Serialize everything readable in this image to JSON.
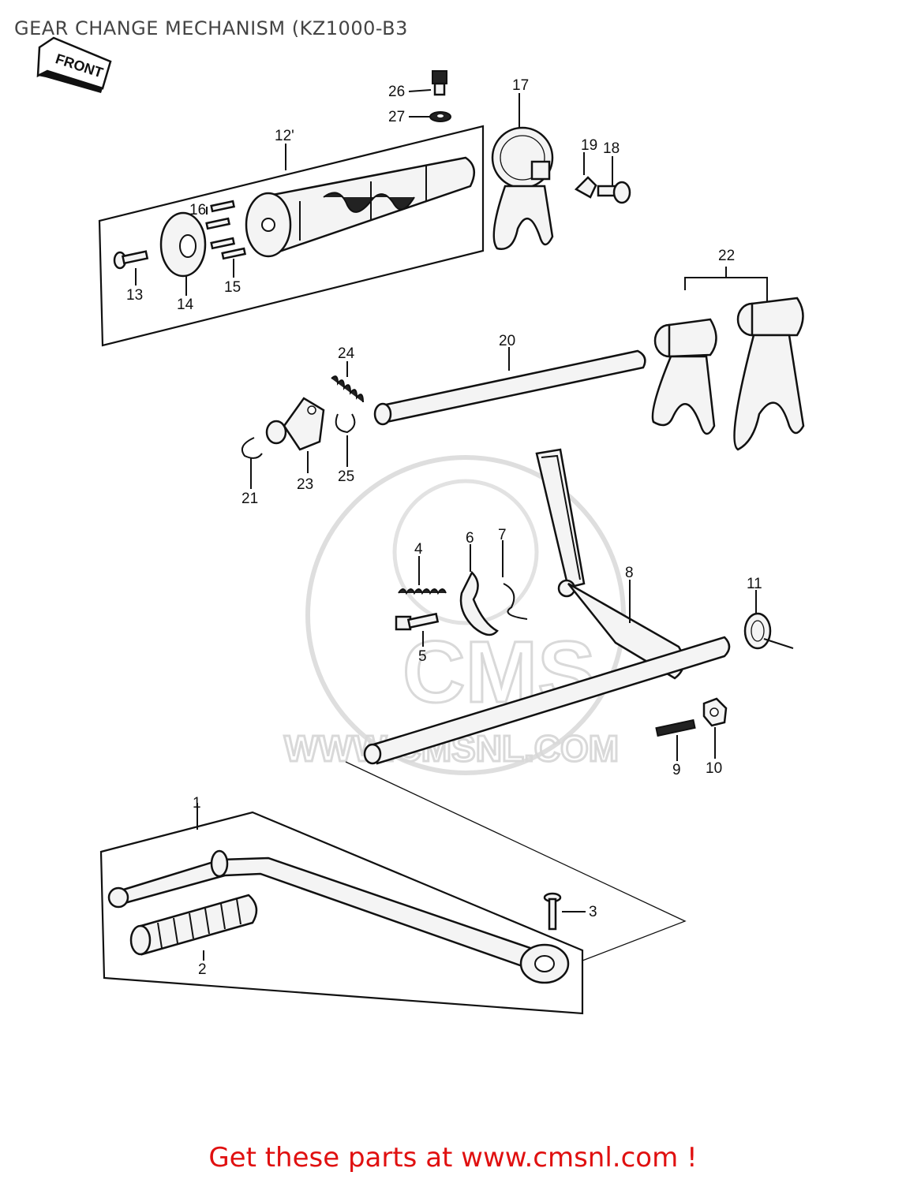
{
  "title": "GEAR CHANGE MECHANISM (KZ1000-B3",
  "front_arrow": "FRONT",
  "watermark": {
    "brand": "CMS",
    "url": "WWW.CMSNL.COM"
  },
  "promo": "Get these parts at www.cmsnl.com !",
  "colors": {
    "title": "#444444",
    "promo": "#e01010",
    "watermark": "#d9d9d9"
  },
  "callouts": {
    "p1": "1",
    "p2": "2",
    "p3": "3",
    "p4": "4",
    "p5": "5",
    "p6": "6",
    "p7": "7",
    "p8": "8",
    "p9": "9",
    "p10": "10",
    "p11": "11",
    "p12": "12'",
    "p13": "13",
    "p14": "14",
    "p15": "15",
    "p16": "16",
    "p17": "17",
    "p18": "18",
    "p19": "19",
    "p20": "20",
    "p21": "21",
    "p22": "22",
    "p23": "23",
    "p24": "24",
    "p25": "25",
    "p26": "26",
    "p27": "27"
  }
}
